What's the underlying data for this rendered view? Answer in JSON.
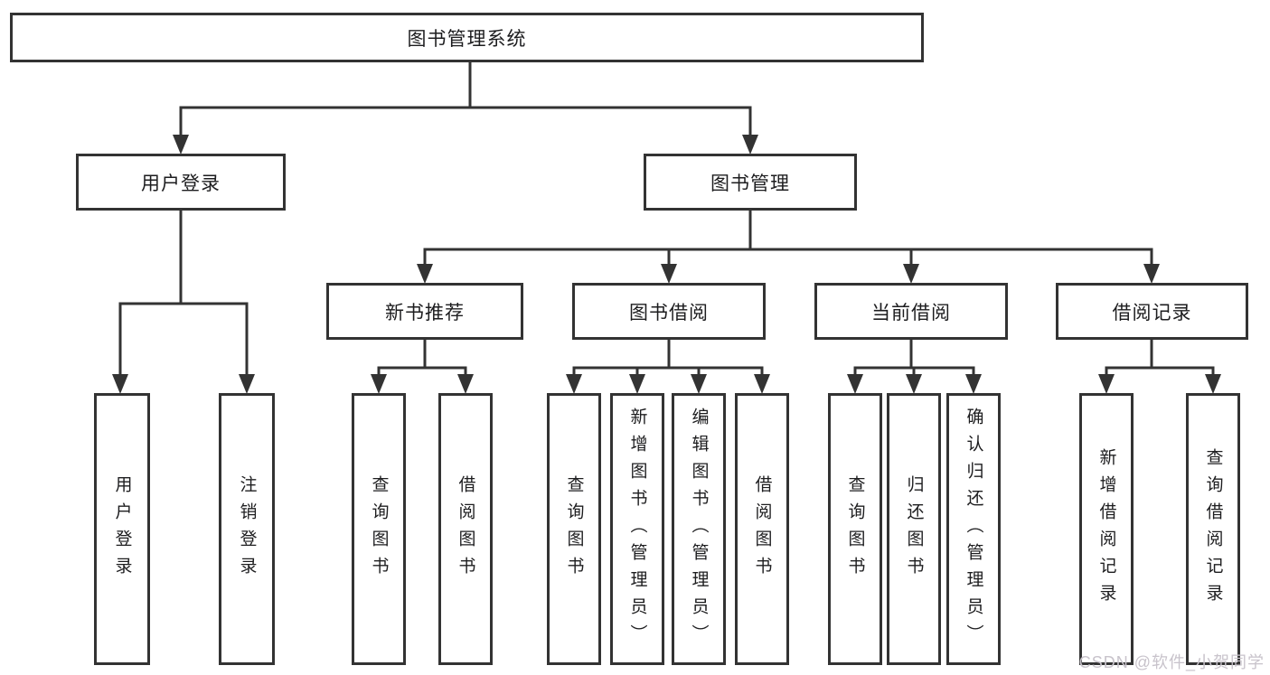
{
  "diagram": {
    "nodes": {
      "root": "图书管理系统",
      "user_login": "用户登录",
      "book_management": "图书管理",
      "new_book_recommend": "新书推荐",
      "book_borrow": "图书借阅",
      "current_borrow": "当前借阅",
      "borrow_record": "借阅记录",
      "leaf_user_login": "用户登录",
      "leaf_logout": "注销登录",
      "leaf_rec_query_book": "查询图书",
      "leaf_rec_borrow_book": "借阅图书",
      "leaf_bb_query_book": "查询图书",
      "leaf_bb_add_book": "新增图书（管理员）",
      "leaf_bb_edit_book": "编辑图书（管理员）",
      "leaf_bb_borrow_book": "借阅图书",
      "leaf_cb_query_book": "查询图书",
      "leaf_cb_return_book": "归还图书",
      "leaf_cb_confirm_return": "确认归还（管理员）",
      "leaf_br_add_record": "新增借阅记录",
      "leaf_br_query_record": "查询借阅记录"
    },
    "watermark": "CSDN @软件_小贺同学",
    "colors": {
      "line": "#333333",
      "text": "#1d1d1f",
      "watermark": "#c8c3cb",
      "background": "#ffffff"
    }
  }
}
